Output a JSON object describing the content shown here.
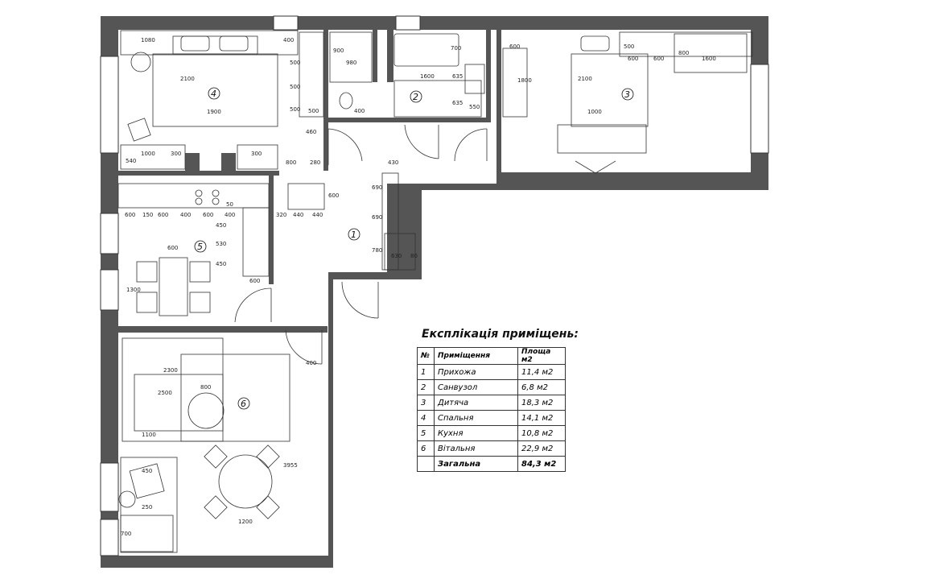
{
  "legend": {
    "title": "Експлікація приміщень:",
    "headers": [
      "№",
      "Приміщення",
      "Площа м2"
    ],
    "rows": [
      [
        "1",
        "Прихожа",
        "11,4 м2"
      ],
      [
        "2",
        "Санвузол",
        "6,8 м2"
      ],
      [
        "3",
        "Дитяча",
        "18,3 м2"
      ],
      [
        "4",
        "Спальня",
        "14,1 м2"
      ],
      [
        "5",
        "Кухня",
        "10,8 м2"
      ],
      [
        "6",
        "Вітальня",
        "22,9 м2"
      ]
    ],
    "total": [
      "Загальна",
      "84,3 м2"
    ]
  },
  "room_numbers": [
    "1",
    "2",
    "3",
    "4",
    "5",
    "6"
  ],
  "dimensions": {
    "bed4": [
      "1080",
      "400",
      "500",
      "2100",
      "1900",
      "500",
      "500",
      "460",
      "1000",
      "300",
      "300",
      "540",
      "800",
      "280"
    ],
    "bath": [
      "900",
      "980",
      "700",
      "400",
      "1600",
      "635",
      "635",
      "500",
      "550"
    ],
    "kids": [
      "600",
      "500",
      "600",
      "600",
      "800",
      "1600",
      "1800",
      "2100",
      "1000"
    ],
    "hall": [
      "430",
      "690",
      "690",
      "600",
      "780",
      "630",
      "320",
      "440",
      "440",
      "80"
    ],
    "kitchen": [
      "600",
      "150",
      "600",
      "400",
      "600",
      "400",
      "50",
      "450",
      "530",
      "450",
      "600",
      "600",
      "1300"
    ],
    "living": [
      "2300",
      "800",
      "2500",
      "1100",
      "450",
      "250",
      "700",
      "3955",
      "1200",
      "400"
    ]
  },
  "colors": {
    "wall": "#555555",
    "line": "#333333"
  }
}
